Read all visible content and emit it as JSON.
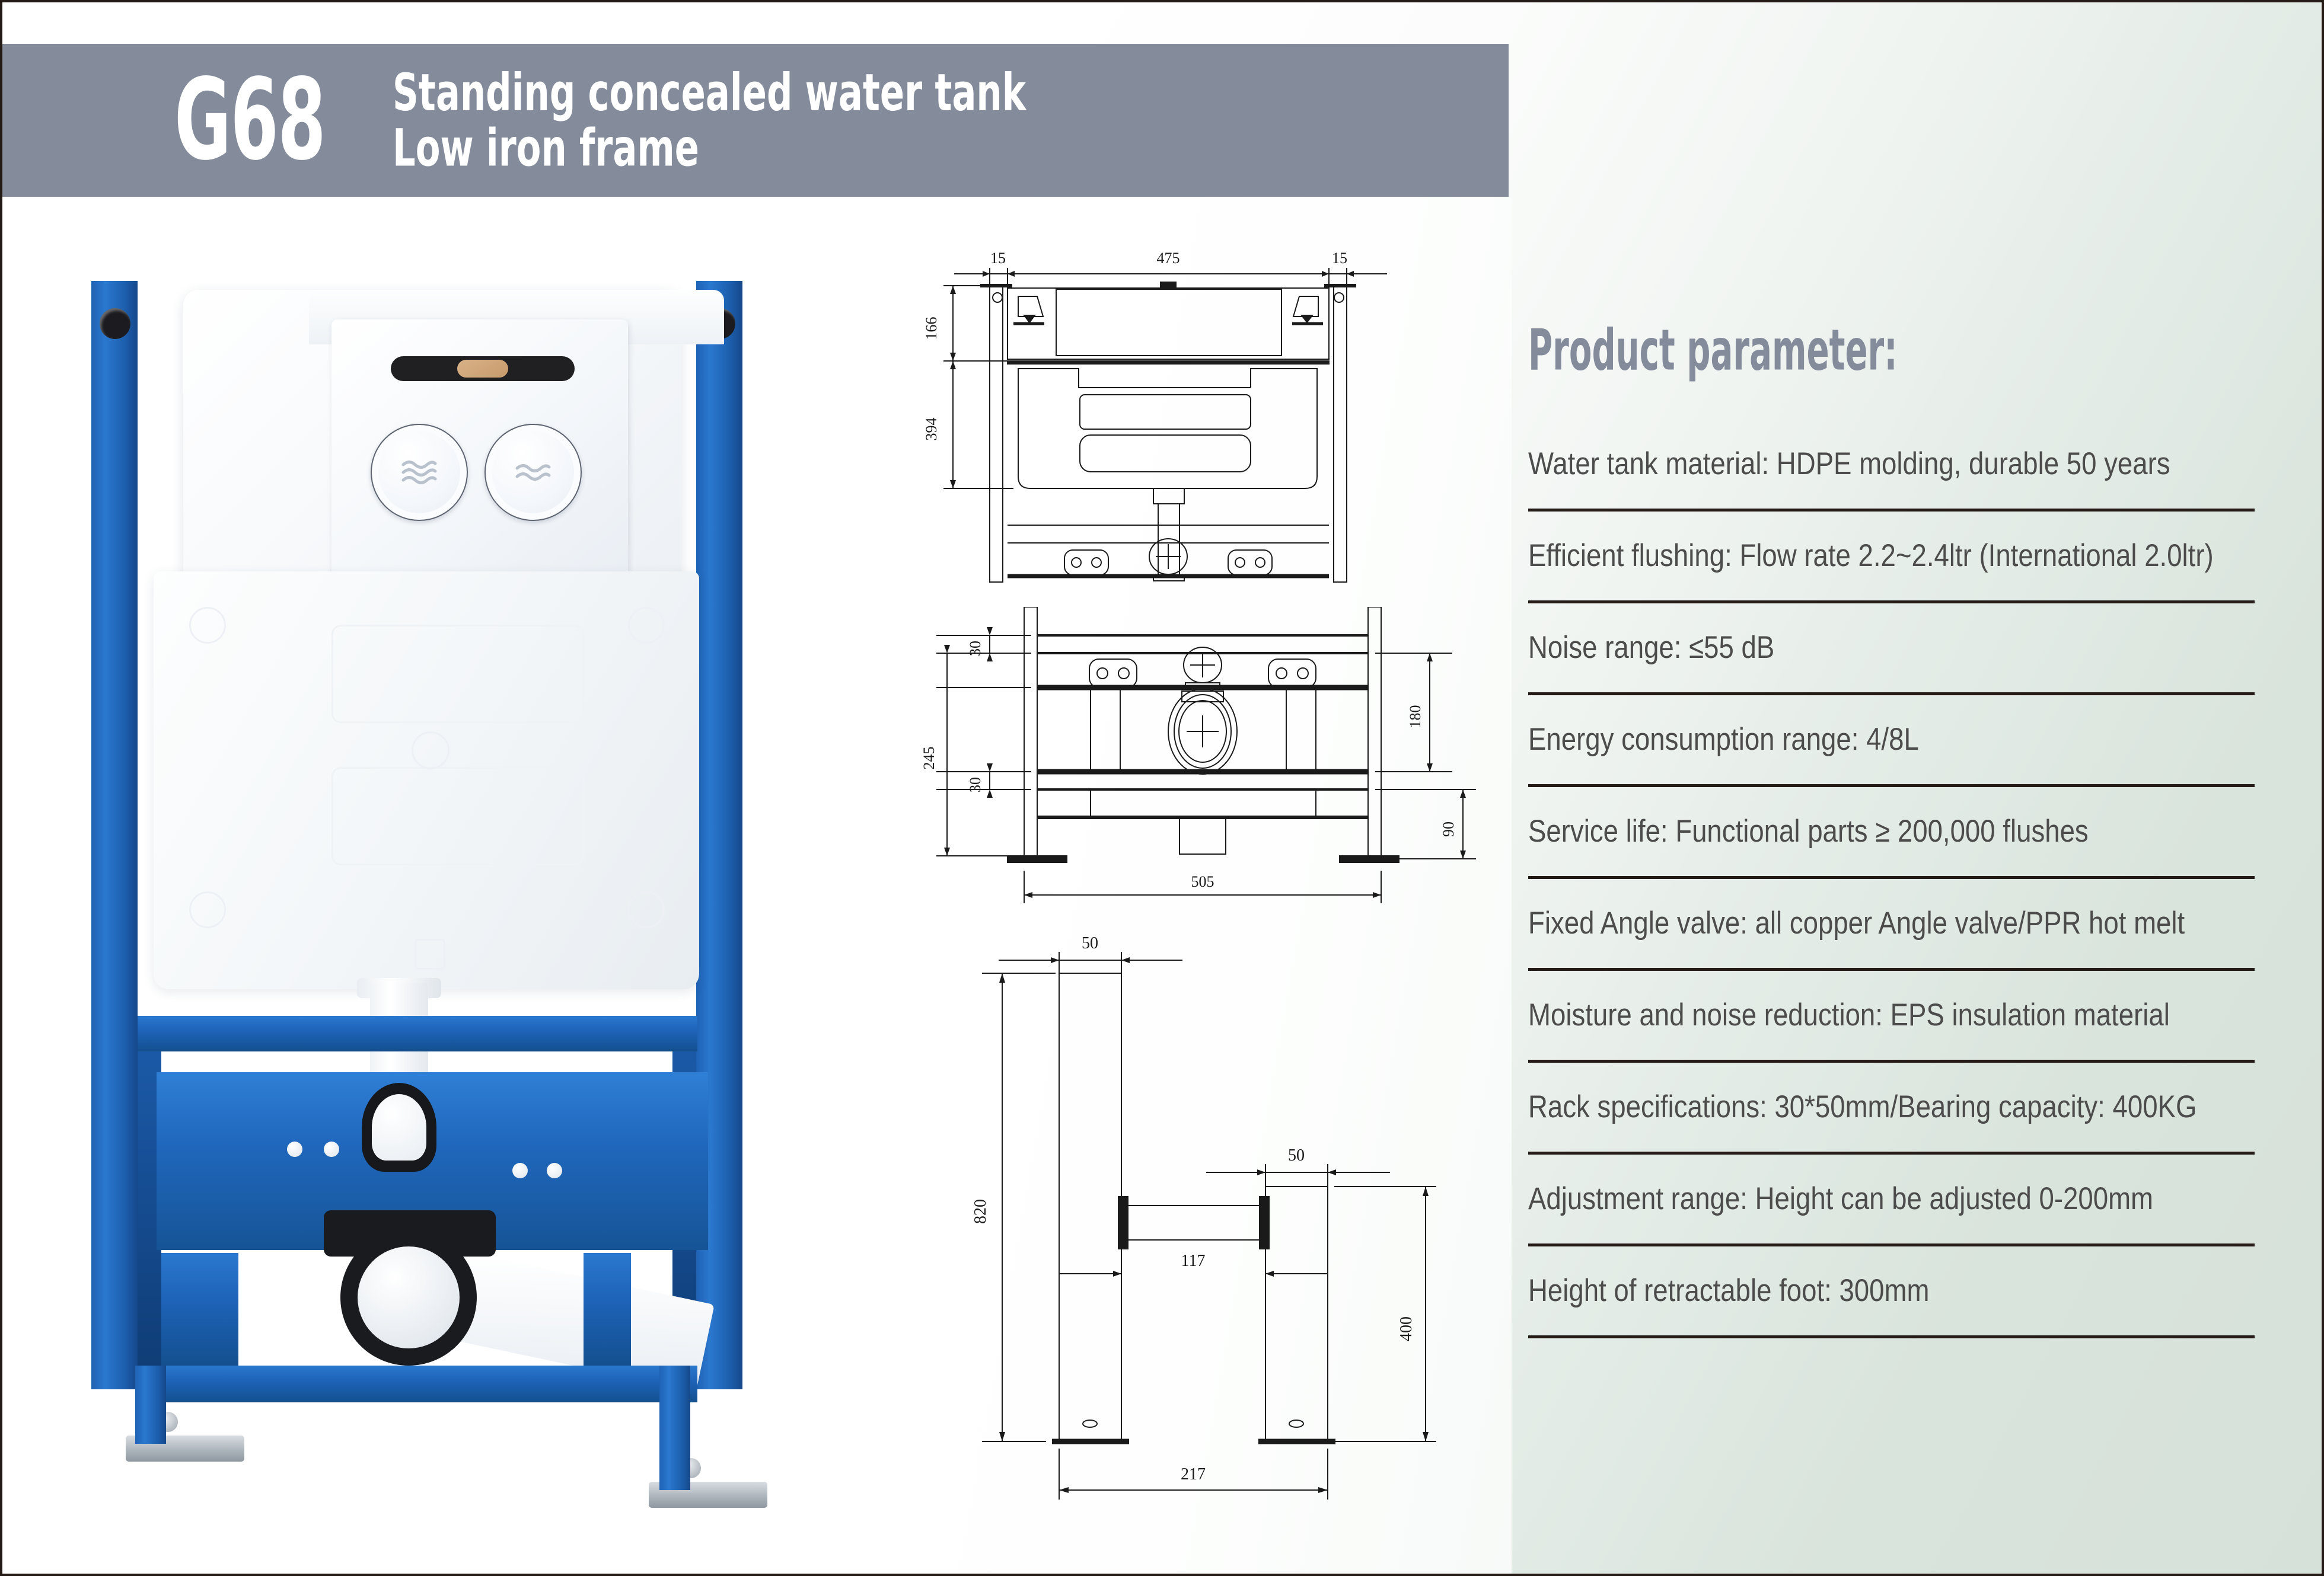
{
  "header": {
    "model_code": "G68",
    "title_line1": "Standing concealed water tank",
    "title_line2": "Low iron frame",
    "bar_color": "#848c9c"
  },
  "product_photo": {
    "alt_name": "concealed-cistern-with-blue-support-frame",
    "frame_color": "#2068bd",
    "tank_color": "#ffffff",
    "flush_button_full": "full-flush-button",
    "flush_button_half": "half-flush-button"
  },
  "parameters": {
    "heading": "Product parameter:",
    "heading_color": "#848c9c",
    "text_color": "#4c4c4c",
    "rule_color": "#241a16",
    "rows": [
      "Water tank material: HDPE molding, durable 50 years",
      "Efficient flushing: Flow rate 2.2~2.4ltr (International 2.0ltr)",
      "Noise range: ≤55 dB",
      "Energy consumption range: 4/8L",
      "Service life: Functional parts ≥ 200,000 flushes",
      "Fixed Angle valve: all copper Angle valve/PPR hot melt",
      "Moisture and noise reduction: EPS insulation material",
      "Rack specifications: 30*50mm/Bearing capacity: 400KG",
      "Adjustment range: Height can be adjusted 0-200mm",
      "Height of retractable foot: 300mm"
    ]
  },
  "drawings": {
    "front_view": {
      "name": "front-elevation-drawing",
      "dimensions": {
        "left_margin": "15",
        "tank_width": "475",
        "right_margin": "15",
        "top_height": "166",
        "tank_height": "394",
        "rail_thickness_upper": "30",
        "lower_height": "245",
        "rail_thickness_lower": "30",
        "outlet_height": "180",
        "foot_height": "90",
        "overall_width": "505"
      }
    },
    "side_view": {
      "name": "side-elevation-drawing",
      "dimensions": {
        "post_width_left": "50",
        "post_height": "820",
        "post_width_right": "50",
        "spacer_length": "117",
        "front_post_height": "400",
        "overall_depth": "217"
      }
    }
  }
}
